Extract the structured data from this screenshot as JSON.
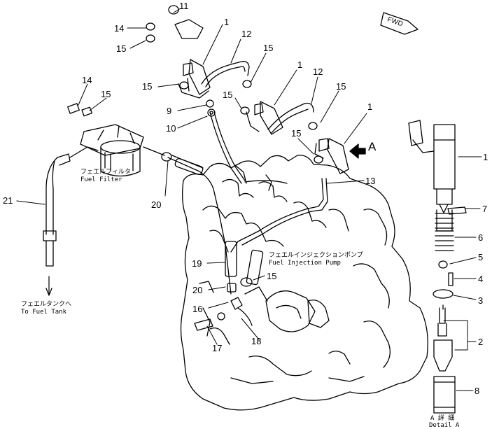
{
  "fwd_label": "FWD",
  "detail_arrow_label": "A",
  "captions": {
    "fuel_filter_jp": "フェエルフィルタ",
    "fuel_filter_en": "Fuel Filter",
    "injection_pump_jp": "フェエルインジェクションポンプ",
    "injection_pump_en": "Fuel Injection Pump",
    "fuel_tank_jp": "フェエルタンクへ",
    "fuel_tank_en": "To Fuel Tank",
    "detail_jp": "A 詳 細",
    "detail_en": "Detail A"
  },
  "callouts": [
    "11",
    "14",
    "1",
    "12",
    "15",
    "15",
    "1",
    "12",
    "15",
    "15",
    "14",
    "15",
    "9",
    "10",
    "15",
    "1",
    "15",
    "21",
    "20",
    "13",
    "1",
    "7",
    "6",
    "5",
    "4",
    "3",
    "2",
    "8",
    "19",
    "20",
    "15",
    "16",
    "17",
    "18"
  ]
}
